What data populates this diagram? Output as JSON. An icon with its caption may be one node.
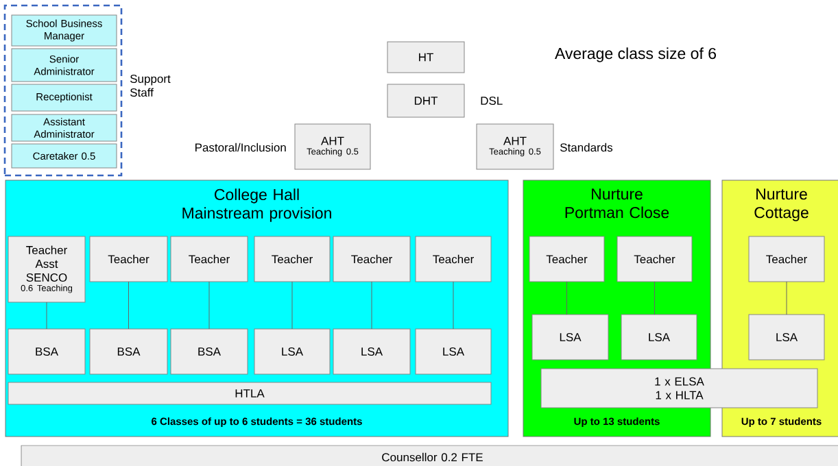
{
  "diagram": {
    "nodes": [
      {
        "text": [
          "Support Staff"
        ]
      },
      {
        "text": [
          "School Business Manager"
        ],
        "in": 0
      },
      {
        "text": [
          "Senior Administrator"
        ],
        "in": 0
      },
      {
        "text": [
          "Receptionist"
        ],
        "in": 0
      },
      {
        "text": [
          "Assistant Administrator"
        ],
        "in": 0
      },
      {
        "text": [
          "Caretaker 0.5"
        ],
        "in": 0
      },
      {
        "text": [
          "HT"
        ]
      },
      {
        "text": [
          "DHT"
        ],
        "beside": [
          "DSL"
        ]
      },
      {
        "text": [
          "AHT",
          "Teaching 0.5"
        ],
        "beside": [
          "Pastoral/Inclusion"
        ]
      },
      {
        "text": [
          "AHT",
          "Teaching 0.5"
        ],
        "beside": [
          "Standards"
        ]
      },
      {
        "text": [
          "College Hall Mainstream provision",
          "6 Classes of up to 6 students = 36 students"
        ]
      },
      {
        "text": [
          "Teacher Asst SENCO",
          "0.6 Teaching"
        ],
        "in": 10
      },
      {
        "text": [
          "Teacher"
        ],
        "in": 10
      },
      {
        "text": [
          "Teacher"
        ],
        "in": 10
      },
      {
        "text": [
          "Teacher"
        ],
        "in": 10
      },
      {
        "text": [
          "Teacher"
        ],
        "in": 10
      },
      {
        "text": [
          "Teacher"
        ],
        "in": 10
      },
      {
        "text": [
          "BSA"
        ],
        "in": 10
      },
      {
        "text": [
          "BSA"
        ],
        "in": 10
      },
      {
        "text": [
          "BSA"
        ],
        "in": 10
      },
      {
        "text": [
          "LSA"
        ],
        "in": 10
      },
      {
        "text": [
          "LSA"
        ],
        "in": 10
      },
      {
        "text": [
          "LSA"
        ],
        "in": 10
      },
      {
        "text": [
          "HTLA"
        ],
        "in": 10
      },
      {
        "text": [
          "Nurture Portman Close",
          "Up to 13 students"
        ]
      },
      {
        "text": [
          "Teacher"
        ],
        "in": 24
      },
      {
        "text": [
          "Teacher"
        ],
        "in": 24
      },
      {
        "text": [
          "LSA"
        ],
        "in": 24
      },
      {
        "text": [
          "LSA"
        ],
        "in": 24
      },
      {
        "text": [
          "Nurture Cottage",
          "Up to 7 students"
        ]
      },
      {
        "text": [
          "Teacher"
        ],
        "in": 29
      },
      {
        "text": [
          "LSA"
        ],
        "in": 29
      },
      {
        "text": [
          "1 x ELSA 1 x HLTA"
        ]
      },
      {
        "text": [
          "Counsellor 0.2 FTE"
        ]
      }
    ],
    "edges": [
      {
        "from": 11,
        "to": 17,
        "arrow": "none"
      },
      {
        "from": 12,
        "to": 18,
        "arrow": "none"
      },
      {
        "from": 13,
        "to": 19,
        "arrow": "none"
      },
      {
        "from": 14,
        "to": 20,
        "arrow": "none"
      },
      {
        "from": 15,
        "to": 21,
        "arrow": "none"
      },
      {
        "from": 16,
        "to": 22,
        "arrow": "none"
      },
      {
        "from": 25,
        "to": 27,
        "arrow": "none"
      },
      {
        "from": 26,
        "to": 28,
        "arrow": "none"
      },
      {
        "from": 30,
        "to": 31,
        "arrow": "none"
      }
    ],
    "labels": [
      "Average class size of 6"
    ]
  }
}
